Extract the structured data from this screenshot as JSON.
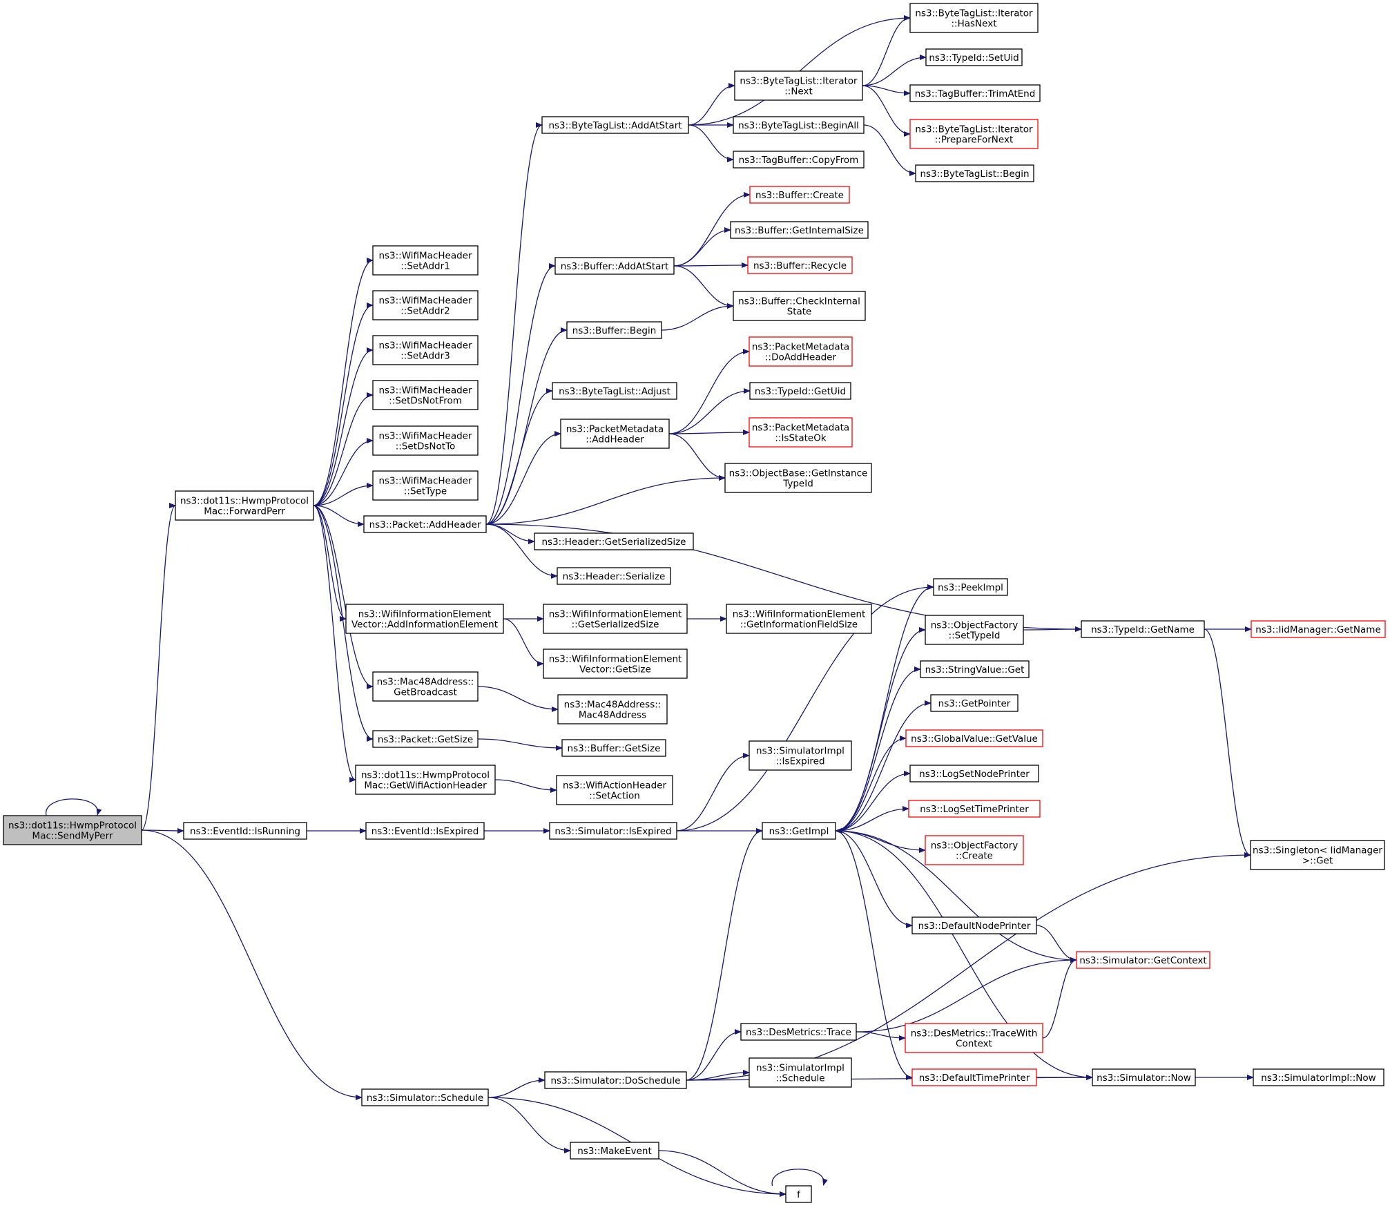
{
  "diagram": {
    "title": "",
    "colors": {
      "edge": "#191970",
      "node_border": "#000000",
      "node_border_incomplete": "#ff0000",
      "root_fill": "#bfbfbf",
      "node_fill": "#ffffff"
    },
    "nodes": [
      {
        "id": "sendmyperr",
        "lines": [
          "ns3::dot11s::HwmpProtocol",
          "Mac::SendMyPerr"
        ],
        "root": true
      },
      {
        "id": "forwardperr",
        "lines": [
          "ns3::dot11s::HwmpProtocol",
          "Mac::ForwardPerr"
        ]
      },
      {
        "id": "isrunning",
        "lines": [
          "ns3::EventId::IsRunning"
        ]
      },
      {
        "id": "schedule",
        "lines": [
          "ns3::Simulator::Schedule"
        ]
      },
      {
        "id": "setaddr1",
        "lines": [
          "ns3::WifiMacHeader",
          "::SetAddr1"
        ]
      },
      {
        "id": "setaddr2",
        "lines": [
          "ns3::WifiMacHeader",
          "::SetAddr2"
        ]
      },
      {
        "id": "setaddr3",
        "lines": [
          "ns3::WifiMacHeader",
          "::SetAddr3"
        ]
      },
      {
        "id": "setdsnotfrom",
        "lines": [
          "ns3::WifiMacHeader",
          "::SetDsNotFrom"
        ]
      },
      {
        "id": "setdsnotto",
        "lines": [
          "ns3::WifiMacHeader",
          "::SetDsNotTo"
        ]
      },
      {
        "id": "settype",
        "lines": [
          "ns3::WifiMacHeader",
          "::SetType"
        ]
      },
      {
        "id": "packetaddheader",
        "lines": [
          "ns3::Packet::AddHeader"
        ]
      },
      {
        "id": "addinfoelem",
        "lines": [
          "ns3::WifiInformationElement",
          "Vector::AddInformationElement"
        ]
      },
      {
        "id": "getbroadcast",
        "lines": [
          "ns3::Mac48Address::",
          "GetBroadcast"
        ]
      },
      {
        "id": "packetgetsize",
        "lines": [
          "ns3::Packet::GetSize"
        ]
      },
      {
        "id": "getwifiactionheader",
        "lines": [
          "ns3::dot11s::HwmpProtocol",
          "Mac::GetWifiActionHeader"
        ]
      },
      {
        "id": "iseventexpired",
        "lines": [
          "ns3::EventId::IsExpired"
        ]
      },
      {
        "id": "simisexpired",
        "lines": [
          "ns3::Simulator::IsExpired"
        ]
      },
      {
        "id": "doschedule",
        "lines": [
          "ns3::Simulator::DoSchedule"
        ]
      },
      {
        "id": "makeevent",
        "lines": [
          "ns3::MakeEvent"
        ]
      },
      {
        "id": "f",
        "lines": [
          "f"
        ]
      },
      {
        "id": "btladdatstart",
        "lines": [
          "ns3::ByteTagList::AddAtStart"
        ]
      },
      {
        "id": "bufaddatstart",
        "lines": [
          "ns3::Buffer::AddAtStart"
        ]
      },
      {
        "id": "bufbegin",
        "lines": [
          "ns3::Buffer::Begin"
        ]
      },
      {
        "id": "btladjust",
        "lines": [
          "ns3::ByteTagList::Adjust"
        ]
      },
      {
        "id": "pmaddheader",
        "lines": [
          "ns3::PacketMetadata",
          "::AddHeader"
        ]
      },
      {
        "id": "getinstancetypeid",
        "lines": [
          "ns3::ObjectBase::GetInstance",
          "TypeId"
        ]
      },
      {
        "id": "headergetsersize",
        "lines": [
          "ns3::Header::GetSerializedSize"
        ]
      },
      {
        "id": "headerserialize",
        "lines": [
          "ns3::Header::Serialize"
        ]
      },
      {
        "id": "typeidgetname",
        "lines": [
          "ns3::TypeId::GetName"
        ]
      },
      {
        "id": "iidmanagergetname",
        "lines": [
          "ns3::IidManager::GetName"
        ],
        "incomplete": true
      },
      {
        "id": "singletonget",
        "lines": [
          "ns3::Singleton< IidManager",
          ">::Get"
        ]
      },
      {
        "id": "btliteratornext",
        "lines": [
          "ns3::ByteTagList::Iterator",
          "::Next"
        ]
      },
      {
        "id": "btlbeginall",
        "lines": [
          "ns3::ByteTagList::BeginAll"
        ]
      },
      {
        "id": "tagbuffercopyfrom",
        "lines": [
          "ns3::TagBuffer::CopyFrom"
        ]
      },
      {
        "id": "btlhasnext",
        "lines": [
          "ns3::ByteTagList::Iterator",
          "::HasNext"
        ]
      },
      {
        "id": "typeidsetuid",
        "lines": [
          "ns3::TypeId::SetUid"
        ]
      },
      {
        "id": "tagbuffertrimatend",
        "lines": [
          "ns3::TagBuffer::TrimAtEnd"
        ]
      },
      {
        "id": "btlpreparefornext",
        "lines": [
          "ns3::ByteTagList::Iterator",
          "::PrepareForNext"
        ],
        "incomplete": true
      },
      {
        "id": "btlbegin",
        "lines": [
          "ns3::ByteTagList::Begin"
        ]
      },
      {
        "id": "bufcreate",
        "lines": [
          "ns3::Buffer::Create"
        ],
        "incomplete": true
      },
      {
        "id": "bufgetinternalsize",
        "lines": [
          "ns3::Buffer::GetInternalSize"
        ]
      },
      {
        "id": "bufrecycle",
        "lines": [
          "ns3::Buffer::Recycle"
        ],
        "incomplete": true
      },
      {
        "id": "bufcheckinternal",
        "lines": [
          "ns3::Buffer::CheckInternal",
          "State"
        ]
      },
      {
        "id": "pmdoaddheader",
        "lines": [
          "ns3::PacketMetadata",
          "::DoAddHeader"
        ],
        "incomplete": true
      },
      {
        "id": "typeidgetuid",
        "lines": [
          "ns3::TypeId::GetUid"
        ]
      },
      {
        "id": "pmisstateok",
        "lines": [
          "ns3::PacketMetadata",
          "::IsStateOk"
        ],
        "incomplete": true
      },
      {
        "id": "wievgetsersize",
        "lines": [
          "ns3::WifiInformationElement",
          "::GetSerializedSize"
        ]
      },
      {
        "id": "wievgetsize",
        "lines": [
          "ns3::WifiInformationElement",
          "Vector::GetSize"
        ]
      },
      {
        "id": "wiegetinfofieldsize",
        "lines": [
          "ns3::WifiInformationElement",
          "::GetInformationFieldSize"
        ]
      },
      {
        "id": "mac48address",
        "lines": [
          "ns3::Mac48Address::",
          "Mac48Address"
        ]
      },
      {
        "id": "bufgetsize",
        "lines": [
          "ns3::Buffer::GetSize"
        ]
      },
      {
        "id": "wifiactionsetaction",
        "lines": [
          "ns3::WifiActionHeader",
          "::SetAction"
        ]
      },
      {
        "id": "simimplisexpired",
        "lines": [
          "ns3::SimulatorImpl",
          "::IsExpired"
        ]
      },
      {
        "id": "getimpl",
        "lines": [
          "ns3::GetImpl"
        ]
      },
      {
        "id": "peekimpl",
        "lines": [
          "ns3::PeekImpl"
        ]
      },
      {
        "id": "objfactorysettypeid",
        "lines": [
          "ns3::ObjectFactory",
          "::SetTypeId"
        ]
      },
      {
        "id": "stringvalueget",
        "lines": [
          "ns3::StringValue::Get"
        ]
      },
      {
        "id": "getpointer",
        "lines": [
          "ns3::GetPointer"
        ]
      },
      {
        "id": "globalvaluegetvalue",
        "lines": [
          "ns3::GlobalValue::GetValue"
        ],
        "incomplete": true
      },
      {
        "id": "logsetnodeprinter",
        "lines": [
          "ns3::LogSetNodePrinter"
        ]
      },
      {
        "id": "logsettimeprinter",
        "lines": [
          "ns3::LogSetTimePrinter"
        ],
        "incomplete": true
      },
      {
        "id": "objfactorycreate",
        "lines": [
          "ns3::ObjectFactory",
          "::Create"
        ],
        "incomplete": true
      },
      {
        "id": "defaultnodeprinter",
        "lines": [
          "ns3::DefaultNodePrinter"
        ]
      },
      {
        "id": "simgetcontext",
        "lines": [
          "ns3::Simulator::GetContext"
        ],
        "incomplete": true
      },
      {
        "id": "desmetricstrace",
        "lines": [
          "ns3::DesMetrics::Trace"
        ]
      },
      {
        "id": "desmetricstracewith",
        "lines": [
          "ns3::DesMetrics::TraceWith",
          "Context"
        ],
        "incomplete": true
      },
      {
        "id": "simimplschedule",
        "lines": [
          "ns3::SimulatorImpl",
          "::Schedule"
        ]
      },
      {
        "id": "defaulttimeprinter",
        "lines": [
          "ns3::DefaultTimePrinter"
        ],
        "incomplete": true
      },
      {
        "id": "simnow",
        "lines": [
          "ns3::Simulator::Now"
        ]
      },
      {
        "id": "simimplnow",
        "lines": [
          "ns3::SimulatorImpl::Now"
        ]
      }
    ],
    "edges": [
      [
        "sendmyperr",
        "sendmyperr"
      ],
      [
        "sendmyperr",
        "forwardperr"
      ],
      [
        "sendmyperr",
        "isrunning"
      ],
      [
        "sendmyperr",
        "schedule"
      ],
      [
        "forwardperr",
        "setaddr1"
      ],
      [
        "forwardperr",
        "setaddr2"
      ],
      [
        "forwardperr",
        "setaddr3"
      ],
      [
        "forwardperr",
        "setdsnotfrom"
      ],
      [
        "forwardperr",
        "setdsnotto"
      ],
      [
        "forwardperr",
        "settype"
      ],
      [
        "forwardperr",
        "packetaddheader"
      ],
      [
        "forwardperr",
        "addinfoelem"
      ],
      [
        "forwardperr",
        "getbroadcast"
      ],
      [
        "forwardperr",
        "packetgetsize"
      ],
      [
        "forwardperr",
        "getwifiactionheader"
      ],
      [
        "packetaddheader",
        "btladdatstart"
      ],
      [
        "packetaddheader",
        "bufaddatstart"
      ],
      [
        "packetaddheader",
        "bufbegin"
      ],
      [
        "packetaddheader",
        "btladjust"
      ],
      [
        "packetaddheader",
        "pmaddheader"
      ],
      [
        "packetaddheader",
        "getinstancetypeid"
      ],
      [
        "packetaddheader",
        "typeidgetname"
      ],
      [
        "packetaddheader",
        "headergetsersize"
      ],
      [
        "packetaddheader",
        "headerserialize"
      ],
      [
        "btladdatstart",
        "btlhasnext"
      ],
      [
        "btladdatstart",
        "btliteratornext"
      ],
      [
        "btladdatstart",
        "btlbeginall"
      ],
      [
        "btladdatstart",
        "tagbuffercopyfrom"
      ],
      [
        "btliteratornext",
        "btlhasnext"
      ],
      [
        "btliteratornext",
        "typeidsetuid"
      ],
      [
        "btliteratornext",
        "tagbuffertrimatend"
      ],
      [
        "btliteratornext",
        "btlpreparefornext"
      ],
      [
        "btlbeginall",
        "btlbegin"
      ],
      [
        "bufaddatstart",
        "bufcreate"
      ],
      [
        "bufaddatstart",
        "bufgetinternalsize"
      ],
      [
        "bufaddatstart",
        "bufrecycle"
      ],
      [
        "bufaddatstart",
        "bufcheckinternal"
      ],
      [
        "bufbegin",
        "bufcheckinternal"
      ],
      [
        "pmaddheader",
        "pmdoaddheader"
      ],
      [
        "pmaddheader",
        "typeidgetuid"
      ],
      [
        "pmaddheader",
        "pmisstateok"
      ],
      [
        "pmaddheader",
        "getinstancetypeid"
      ],
      [
        "addinfoelem",
        "wievgetsersize"
      ],
      [
        "addinfoelem",
        "wievgetsize"
      ],
      [
        "wievgetsersize",
        "wiegetinfofieldsize"
      ],
      [
        "getbroadcast",
        "mac48address"
      ],
      [
        "packetgetsize",
        "bufgetsize"
      ],
      [
        "getwifiactionheader",
        "wifiactionsetaction"
      ],
      [
        "isrunning",
        "iseventexpired"
      ],
      [
        "iseventexpired",
        "simisexpired"
      ],
      [
        "simisexpired",
        "simimplisexpired"
      ],
      [
        "simisexpired",
        "getimpl"
      ],
      [
        "simisexpired",
        "peekimpl"
      ],
      [
        "getimpl",
        "peekimpl"
      ],
      [
        "getimpl",
        "objfactorysettypeid"
      ],
      [
        "getimpl",
        "stringvalueget"
      ],
      [
        "getimpl",
        "getpointer"
      ],
      [
        "getimpl",
        "globalvaluegetvalue"
      ],
      [
        "getimpl",
        "logsetnodeprinter"
      ],
      [
        "getimpl",
        "logsettimeprinter"
      ],
      [
        "getimpl",
        "objfactorycreate"
      ],
      [
        "getimpl",
        "defaultnodeprinter"
      ],
      [
        "getimpl",
        "defaulttimeprinter"
      ],
      [
        "objfactorysettypeid",
        "typeidgetname"
      ],
      [
        "typeidgetname",
        "iidmanagergetname"
      ],
      [
        "typeidgetname",
        "singletonget"
      ],
      [
        "defaultnodeprinter",
        "simgetcontext"
      ],
      [
        "simgetcontext",
        "getimpl"
      ],
      [
        "desmetricstrace",
        "simgetcontext"
      ],
      [
        "desmetricstrace",
        "desmetricstracewith"
      ],
      [
        "desmetricstracewith",
        "simgetcontext"
      ],
      [
        "defaulttimeprinter",
        "simnow"
      ],
      [
        "simnow",
        "getimpl"
      ],
      [
        "simnow",
        "simimplnow"
      ],
      [
        "schedule",
        "doschedule"
      ],
      [
        "schedule",
        "makeevent"
      ],
      [
        "schedule",
        "f"
      ],
      [
        "makeevent",
        "f"
      ],
      [
        "f",
        "f"
      ],
      [
        "doschedule",
        "getimpl"
      ],
      [
        "doschedule",
        "desmetricstrace"
      ],
      [
        "doschedule",
        "simimplschedule"
      ],
      [
        "doschedule",
        "simnow"
      ],
      [
        "doschedule",
        "singletonget"
      ]
    ]
  }
}
